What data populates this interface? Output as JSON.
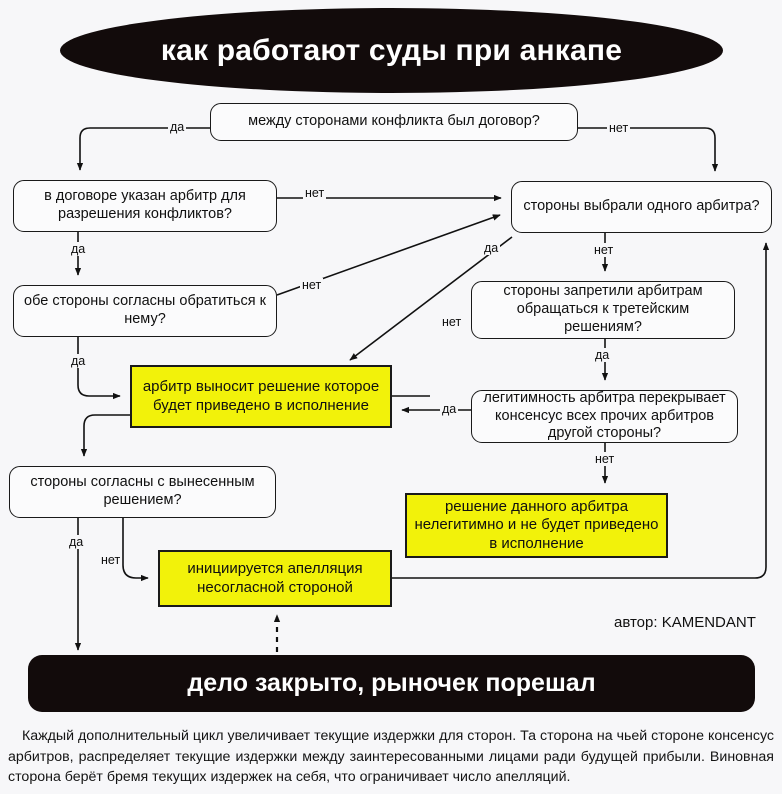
{
  "poster": {
    "title": "как работают суды при анкапе",
    "closing": "дело закрыто, рыночек порешал",
    "credit": "автор: KAMENDANT",
    "footnote": "Каждый дополнительный цикл увеличивает текущие издержки для сторон. Та сторона на чьей стороне консенсус арбитров, распределяет текущие издержки между заинтересованными лицами ради будущей прибыли. Виновная сторона берёт бремя текущих издержек на себя, что ограничивает число апелляций.",
    "colors": {
      "background": "#f7f7f9",
      "ink": "#120b0b",
      "outcome_fill": "#f2f20a",
      "node_fill": "#fbfbfc",
      "stroke": "#1a1a1a"
    }
  },
  "nodes": {
    "contract_exists": "между сторонами конфликта был договор?",
    "arbiter_named": "в договоре указан арбитр для разрешения конфликтов?",
    "both_agree": "обе стороны согласны обратиться к нему?",
    "single_arbiter": "стороны выбрали одного арбитра?",
    "forbid_third_party": "стороны запретили арбитрам обращаться к третейским решениям?",
    "legitimacy": "легитимность арбитра перекрывает консенсус всех прочих арбитров другой стороны?",
    "award_enforced": "арбитр выносит решение которое будет приведено в исполнение",
    "award_void": "решение данного арбитра нелегитимно и не будет приведено в исполнение",
    "parties_agree_award": "стороны согласны с вынесенным решением?",
    "appeal": "инициируется апелляция несогласной стороной"
  },
  "edges": {
    "yes": "да",
    "no": "нет",
    "labels": [
      {
        "id": "contract-yes",
        "text": "да"
      },
      {
        "id": "contract-no",
        "text": "нет"
      },
      {
        "id": "arbiter-named-no",
        "text": "нет"
      },
      {
        "id": "arbiter-named-yes",
        "text": "да"
      },
      {
        "id": "both-agree-no",
        "text": "нет"
      },
      {
        "id": "both-agree-yes",
        "text": "да"
      },
      {
        "id": "single-arbiter-yes",
        "text": "да"
      },
      {
        "id": "single-arbiter-no",
        "text": "нет"
      },
      {
        "id": "forbid-no",
        "text": "нет"
      },
      {
        "id": "forbid-yes",
        "text": "да"
      },
      {
        "id": "legitimacy-yes",
        "text": "да"
      },
      {
        "id": "legitimacy-no",
        "text": "нет"
      },
      {
        "id": "award-agree-yes",
        "text": "да"
      },
      {
        "id": "award-agree-no",
        "text": "нет"
      }
    ]
  }
}
